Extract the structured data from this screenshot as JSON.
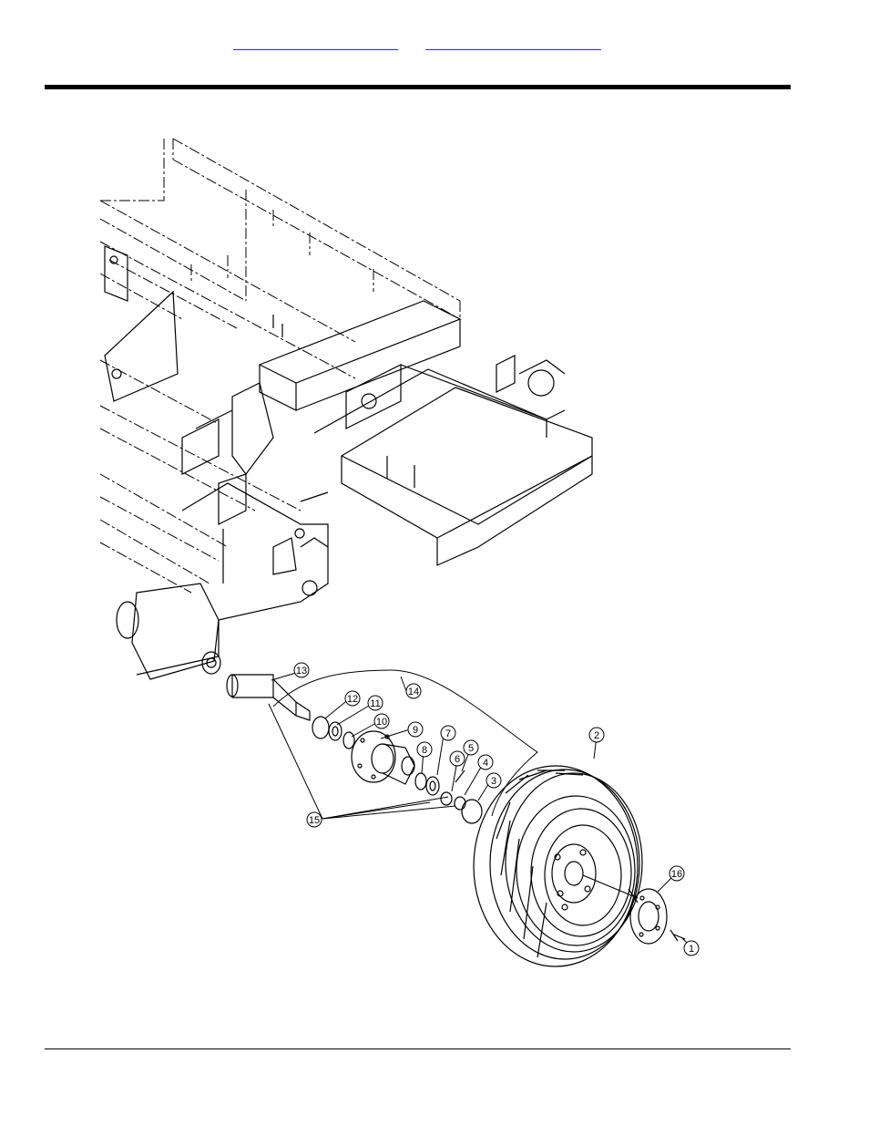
{
  "header": {
    "links": [
      {
        "label": ""
      },
      {
        "label": ""
      }
    ]
  },
  "callouts": [
    {
      "num": "1"
    },
    {
      "num": "2"
    },
    {
      "num": "3"
    },
    {
      "num": "4"
    },
    {
      "num": "5"
    },
    {
      "num": "6"
    },
    {
      "num": "7"
    },
    {
      "num": "8"
    },
    {
      "num": "9"
    },
    {
      "num": "10"
    },
    {
      "num": "11"
    },
    {
      "num": "12"
    },
    {
      "num": "13"
    },
    {
      "num": "14"
    },
    {
      "num": "15"
    },
    {
      "num": "16"
    }
  ]
}
